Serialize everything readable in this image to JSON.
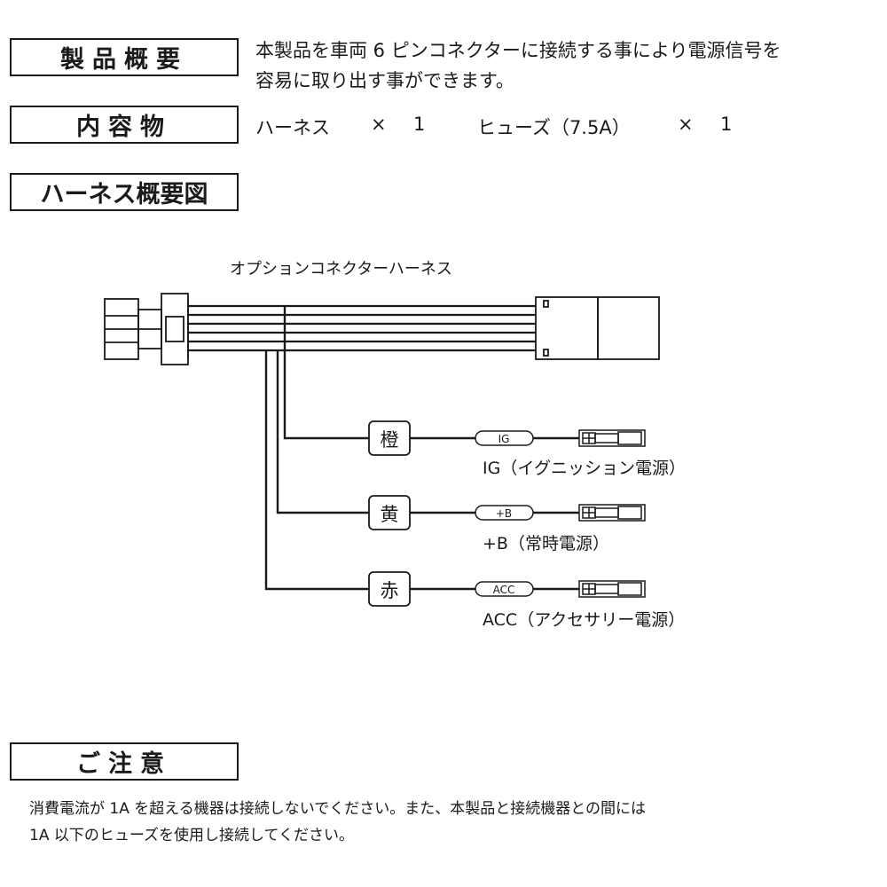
{
  "overview": {
    "label": "製品概要",
    "line1": "本製品を車両 6 ピンコネクターに接続する事により電源信号を",
    "line2": "容易に取り出す事ができます。"
  },
  "contents": {
    "label": "内容物",
    "item1_name": "ハーネス",
    "item1_times": "×",
    "item1_qty": "1",
    "item2_name": "ヒューズ（7.5A）",
    "item2_times": "×",
    "item2_qty": "1"
  },
  "harness_diagram": {
    "label": "ハーネス概要図",
    "harness_name": "オプションコネクターハーネス",
    "wires": [
      {
        "color_label": "橙",
        "tag": "IG",
        "caption": "IG（イグニッション電源）"
      },
      {
        "color_label": "黄",
        "tag": "+B",
        "caption": "+B（常時電源）"
      },
      {
        "color_label": "赤",
        "tag": "ACC",
        "caption": "ACC（アクセサリー電源）"
      }
    ]
  },
  "caution": {
    "label": "ご注意",
    "line1": "消費電流が  1A  を超える機器は接続しないでください。また、本製品と接続機器との間には",
    "line2": "1A 以下のヒューズを使用し接続してください。"
  }
}
